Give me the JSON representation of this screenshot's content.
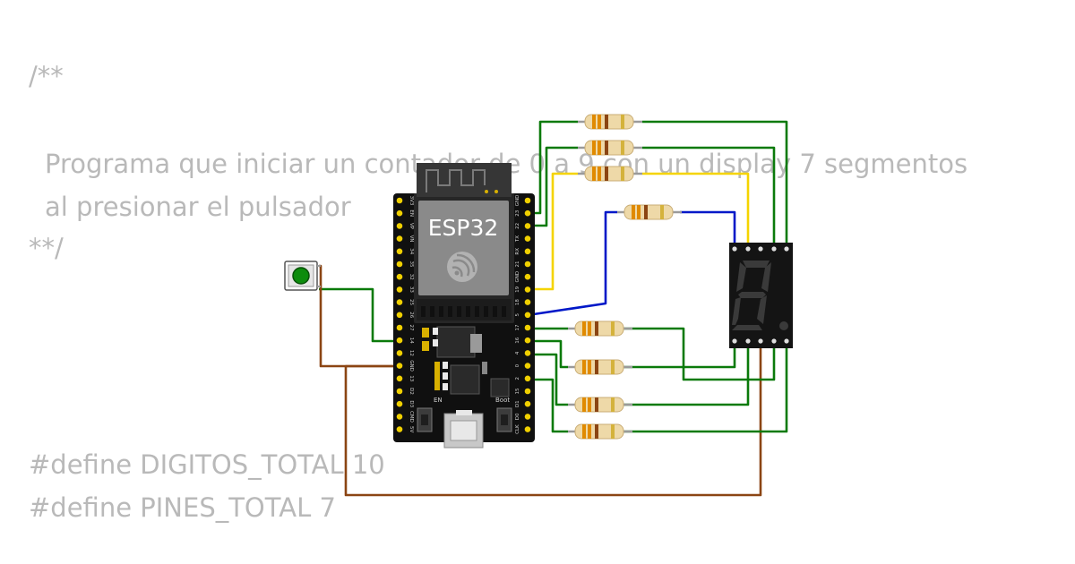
{
  "code": {
    "comment_open": "/**",
    "line1": "Programa que iniciar un contador de 0 a 9 con un display 7 segmentos",
    "line2": "al presionar el pulsador",
    "comment_close": "**/",
    "define1": "#define DIGITOS_TOTAL 10",
    "define2": "#define PINES_TOTAL 7"
  },
  "board": {
    "label": "ESP32",
    "left_pins": [
      "3V3",
      "EN",
      "VP",
      "VN",
      "34",
      "35",
      "32",
      "33",
      "25",
      "26",
      "27",
      "14",
      "12",
      "GND",
      "13",
      "D2",
      "D3",
      "CMD",
      "5V"
    ],
    "right_pins": [
      "GND",
      "23",
      "22",
      "TX",
      "RX",
      "21",
      "GND",
      "19",
      "18",
      "5",
      "17",
      "16",
      "4",
      "0",
      "2",
      "15",
      "D1",
      "D0",
      "CLK"
    ],
    "en_label": "EN",
    "boot_label": "Boot"
  },
  "colors": {
    "green_wire": "#0a7a0a",
    "yellow_wire": "#f5d400",
    "blue_wire": "#0018c8",
    "brown_wire": "#8b4513",
    "board": "#101010",
    "pin": "#f0d000",
    "button_cap": "#0c8c0c",
    "display_body": "#141414",
    "segment_off": "#3a3a3a"
  },
  "icons": [
    "antenna-icon",
    "espressif-logo-icon"
  ]
}
